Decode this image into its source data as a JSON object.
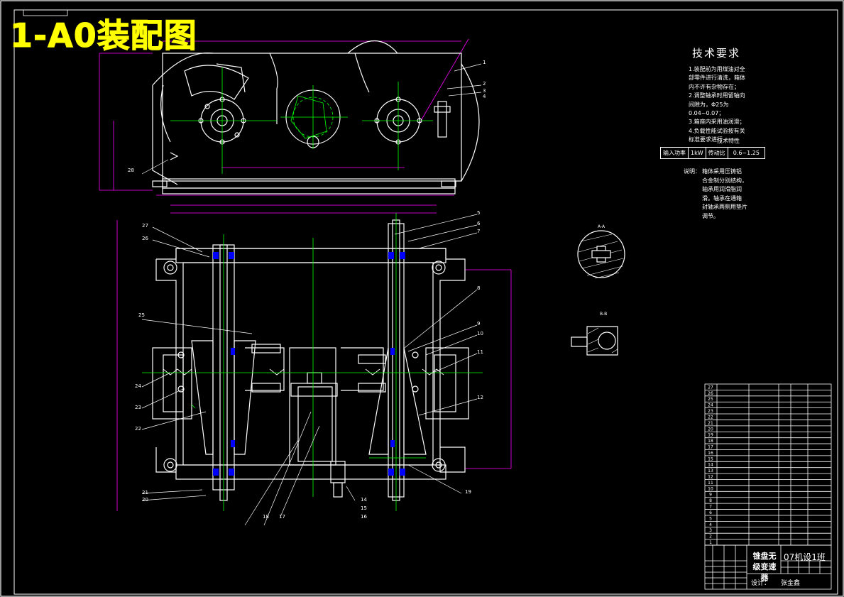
{
  "drawing": {
    "banner": "1-A0装配图",
    "corner_tag": "",
    "colors": {
      "outline": "#ffffff",
      "centerline": "#00ff00",
      "section": "#ffffff",
      "dimension": "#ff00ff",
      "fastener": "#0000ff",
      "highlight": "#ffff00",
      "leader": "#ffffff"
    }
  },
  "tech_requirements": {
    "title": "技术要求",
    "items": [
      "1.装配前为用煤油对全",
      "部零件进行清洗，箱体",
      "内不许有杂物存在；",
      "2.调整轴承时用留轴向",
      "间隙为，Φ25为",
      "0.04~0.07；",
      "3.箱座内采用油润滑；",
      "4.负载性能试验按有关",
      "标准要求进行"
    ],
    "sub_heading": "技术特性"
  },
  "spec_table": {
    "input_power_label": "输入功率",
    "input_power_value": "1kW",
    "ratio_label": "传动比",
    "ratio_value": "0.6~1.25"
  },
  "notes": {
    "heading": "说明：",
    "lines": [
      "箱体采用压铸铝",
      "合金制分别结构，",
      "轴承用润滑脂润",
      "滑。轴承在通箱",
      "封轴承两侧用垫片",
      "调节。"
    ]
  },
  "title_block": {
    "name": "锥盘无级变速器",
    "code": "07机设1班",
    "designer_label": "设计：",
    "designer_name": "张金鑫",
    "school": ""
  },
  "section_labels": {
    "a": "A-A",
    "b": "B-B"
  },
  "part_balloons": [
    "1",
    "2",
    "3",
    "4",
    "5",
    "6",
    "7",
    "8",
    "9",
    "10",
    "11",
    "12",
    "14",
    "15",
    "16",
    "17",
    "18",
    "19",
    "20",
    "21",
    "22",
    "23",
    "24",
    "25",
    "26",
    "27",
    "28"
  ],
  "bom_rows": [
    27,
    26,
    25,
    24,
    23,
    22,
    21,
    20,
    19,
    18,
    17,
    16,
    15,
    14,
    13,
    12,
    11,
    10,
    9,
    8,
    7,
    6,
    5,
    4,
    3,
    2,
    1
  ]
}
